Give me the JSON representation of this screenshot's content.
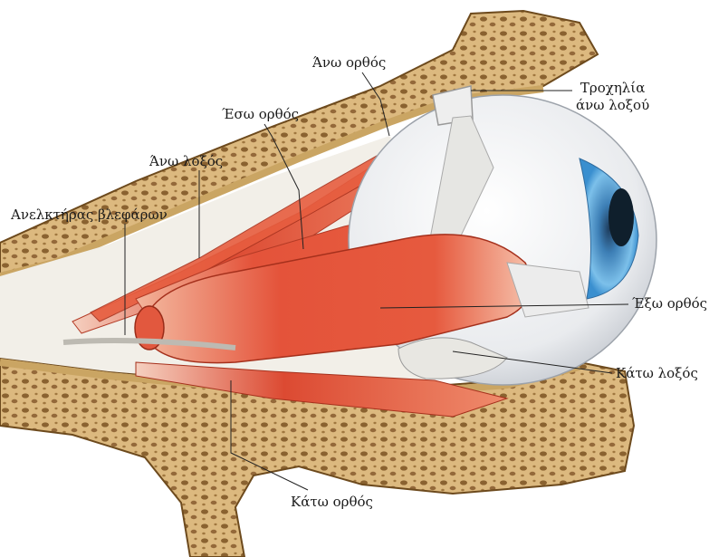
{
  "labels": {
    "upper_rectus": "Άνω ορθός",
    "trochlea_line1": "Τροχηλία",
    "trochlea_line2": "άνω λοξού",
    "medial_rectus": "Έσω ορθός",
    "superior_oblique": "Άνω λοξός",
    "levator": "Ανελκτήρας βλεφάρων",
    "lateral_rectus": "Έξω ορθός",
    "inferior_oblique": "Κάτω λοξός",
    "inferior_rectus": "Κάτω ορθός"
  },
  "colors": {
    "bone": "#d9b478",
    "bone_dark": "#7a5628",
    "muscle": "#e4533a",
    "muscle_light": "#f4a487",
    "sclera": "#f1f2f3",
    "iris": "#5aa9dc",
    "leader_line": "#222222"
  }
}
